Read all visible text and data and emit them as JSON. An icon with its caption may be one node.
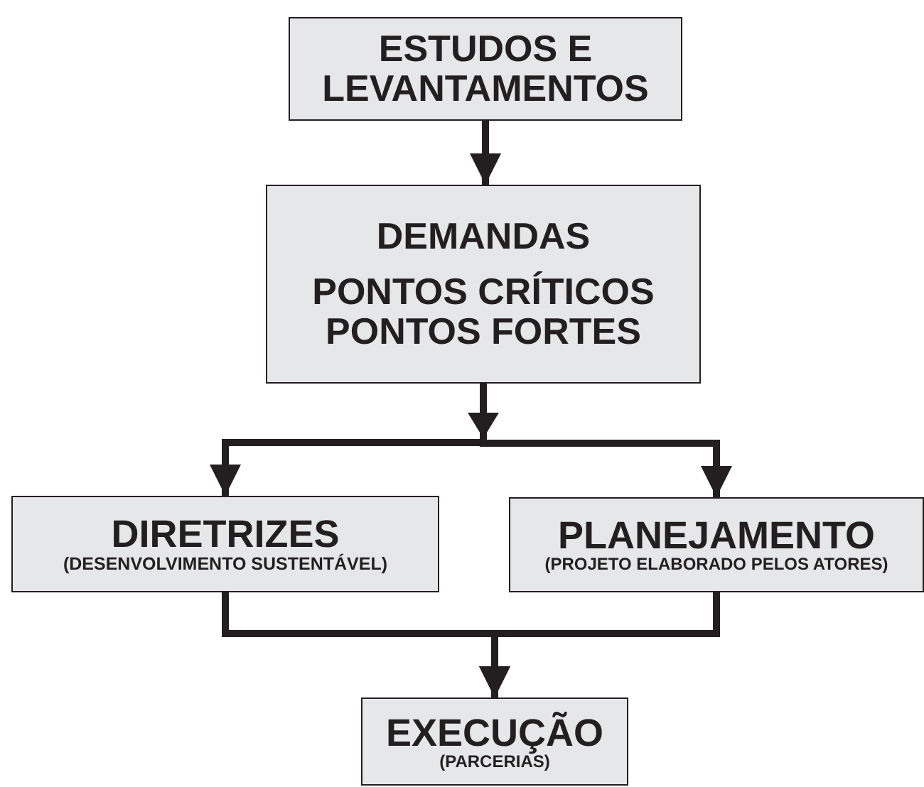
{
  "diagram": {
    "nodes": [
      {
        "text": [
          "ESTUDOS E LEVANTAMENTOS"
        ]
      },
      {
        "text": [
          "DEMANDAS",
          "PONTOS CRÍTICOS",
          "PONTOS FORTES"
        ]
      },
      {
        "text": [
          "DIRETRIZES",
          "(DESENVOLVIMENTO SUSTENTÁVEL)"
        ]
      },
      {
        "text": [
          "PLANEJAMENTO",
          "(PROJETO ELABORADO PELOS ATORES)"
        ]
      },
      {
        "text": [
          "EXECUÇÃO",
          "(PARCERIAS)"
        ]
      }
    ],
    "edges": [
      {
        "from": 0,
        "to": 1,
        "arrow": "to"
      },
      {
        "from": 1,
        "to": 2,
        "arrow": "to"
      },
      {
        "from": 1,
        "to": 3,
        "arrow": "to"
      },
      {
        "from": 2,
        "to": 4,
        "arrow": "to"
      },
      {
        "from": 3,
        "to": 4,
        "arrow": "to"
      }
    ]
  }
}
